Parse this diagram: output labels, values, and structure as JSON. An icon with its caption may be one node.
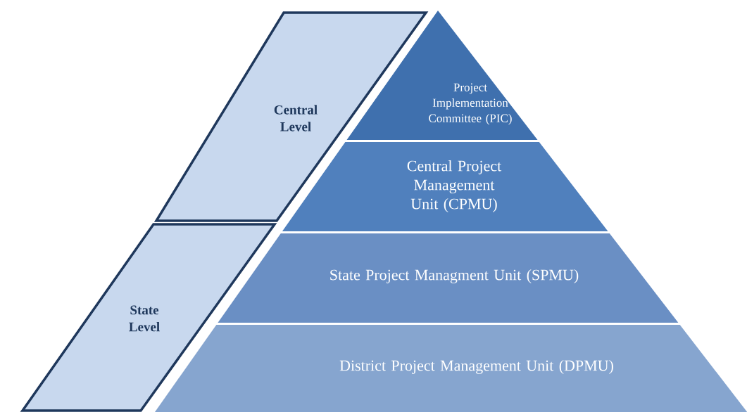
{
  "diagram": {
    "nodes": [
      {
        "text": [
          "Central Level"
        ]
      },
      {
        "text": [
          "State Level"
        ]
      },
      {
        "text": [
          "Project Implementation Committee (PIC)"
        ]
      },
      {
        "text": [
          "Central Project Management Unit (CPMU)"
        ]
      },
      {
        "text": [
          "State Project Managment Unit (SPMU)"
        ]
      },
      {
        "text": [
          "District Project Management Unit (DPMU)"
        ]
      }
    ]
  }
}
